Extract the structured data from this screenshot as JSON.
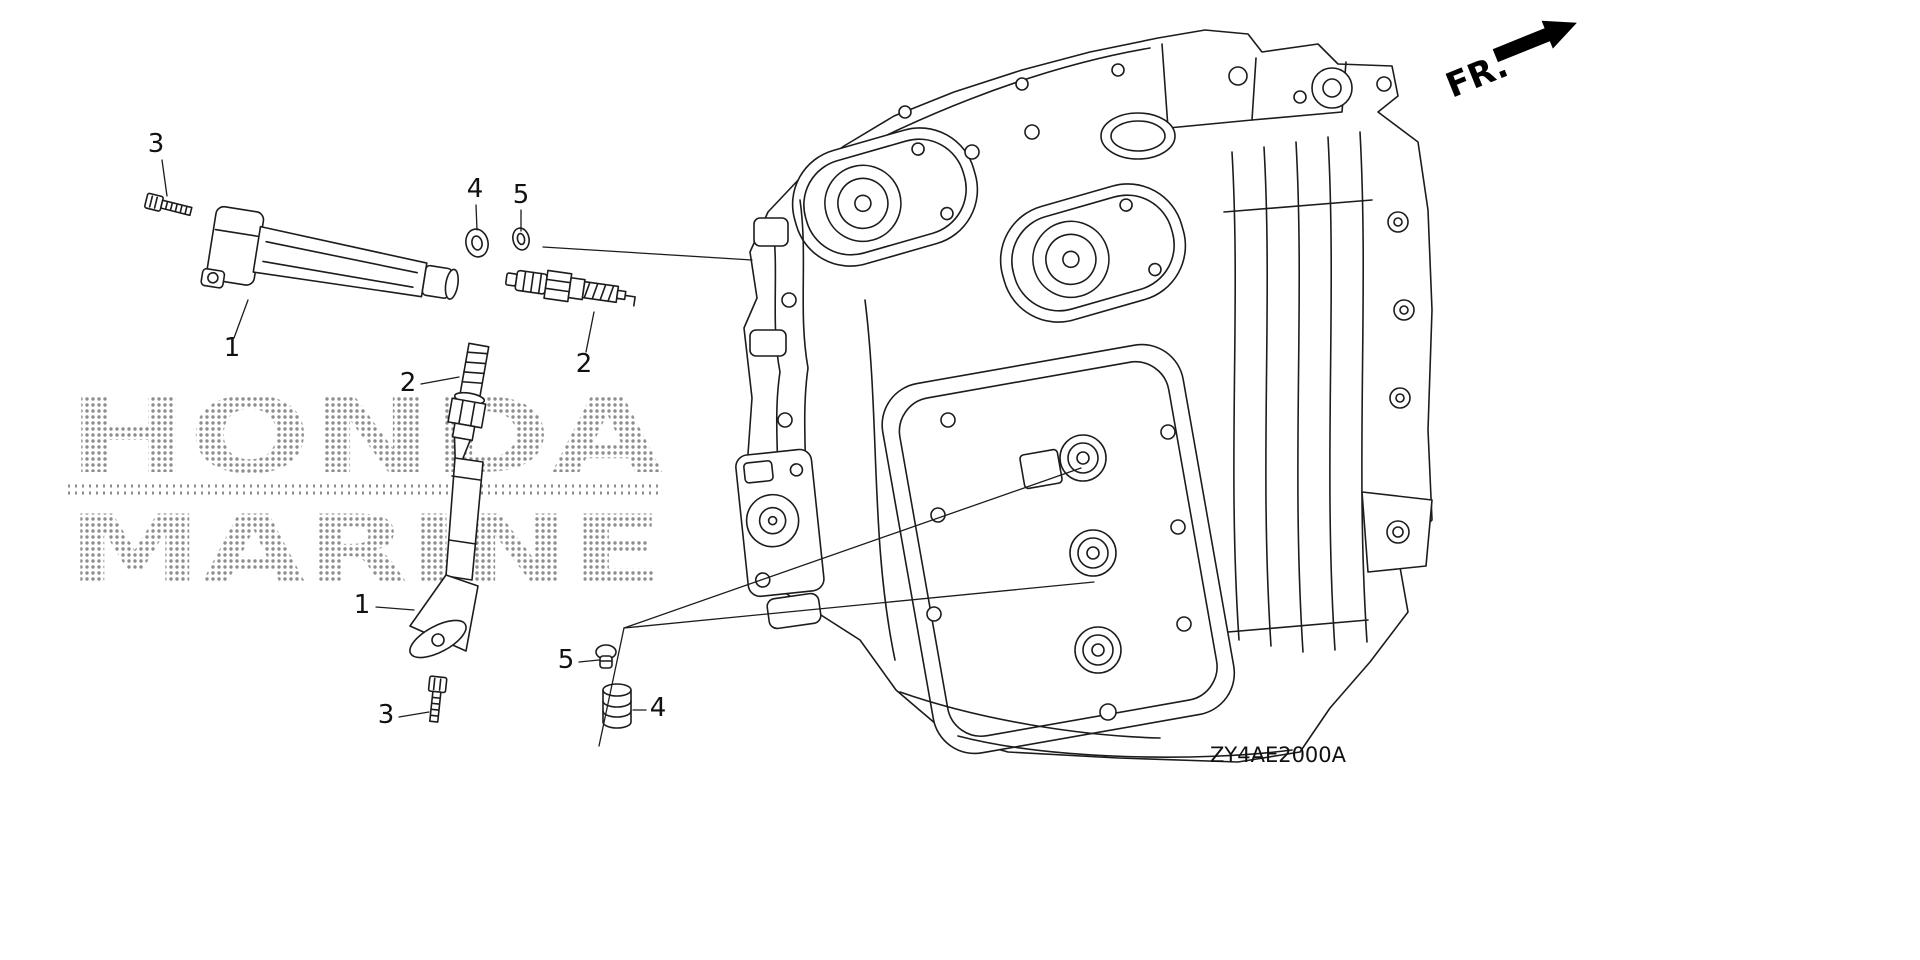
{
  "palette": {
    "background": "#ffffff",
    "line": "#1c1c1c",
    "watermark_dot": "#8e8e8e"
  },
  "direction": {
    "label": "FR."
  },
  "diagram_code": "ZY4AE2000A",
  "watermark": {
    "line1": "HONDA",
    "line2": "MARINE"
  },
  "callouts": {
    "bolt_top": "3",
    "washer_top": "4",
    "seal_top": "5",
    "coil_top": "1",
    "plug_top": "2",
    "plug_mid": "2",
    "coil_bottom": "1",
    "seal_bottom": "5",
    "bolt_bottom": "3",
    "washer_bottom": "4"
  }
}
